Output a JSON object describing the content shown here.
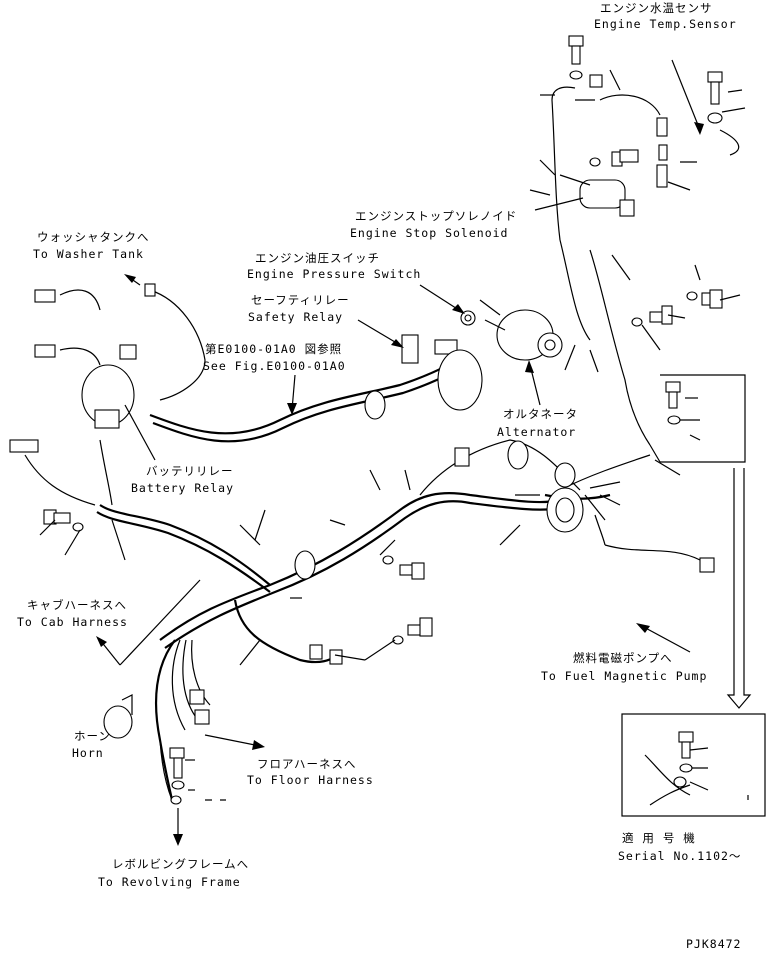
{
  "labels": {
    "engine_temp_sensor_jp": "エンジン水温センサ",
    "engine_temp_sensor_en": "Engine Temp.Sensor",
    "engine_stop_solenoid_jp": "エンジンストップソレノイド",
    "engine_stop_solenoid_en": "Engine Stop Solenoid",
    "engine_pressure_switch_jp": "エンジン油圧スイッチ",
    "engine_pressure_switch_en": "Engine Pressure Switch",
    "safety_relay_jp": "セーフティリレー",
    "safety_relay_en": "Safety Relay",
    "see_fig_jp": "第E0100-01A0 図参照",
    "see_fig_en": "See Fig.E0100-01A0",
    "washer_tank_jp": "ウォッシャタンクへ",
    "washer_tank_en": "To Washer Tank",
    "alternator_jp": "オルタネータ",
    "alternator_en": "Alternator",
    "battery_relay_jp": "バッテリリレー",
    "battery_relay_en": "Battery Relay",
    "cab_harness_jp": "キャブハーネスへ",
    "cab_harness_en": "To Cab Harness",
    "fuel_pump_jp": "燃料電磁ポンプへ",
    "fuel_pump_en": "To Fuel Magnetic Pump",
    "horn_jp": "ホーン",
    "horn_en": "Horn",
    "floor_harness_jp": "フロアハーネスへ",
    "floor_harness_en": "To Floor Harness",
    "revolving_frame_jp": "レボルビングフレームへ",
    "revolving_frame_en": "To Revolving Frame",
    "serial_jp": "適 用 号 機",
    "serial_en": "Serial No.1102～",
    "drawing_code": "PJK8472"
  }
}
